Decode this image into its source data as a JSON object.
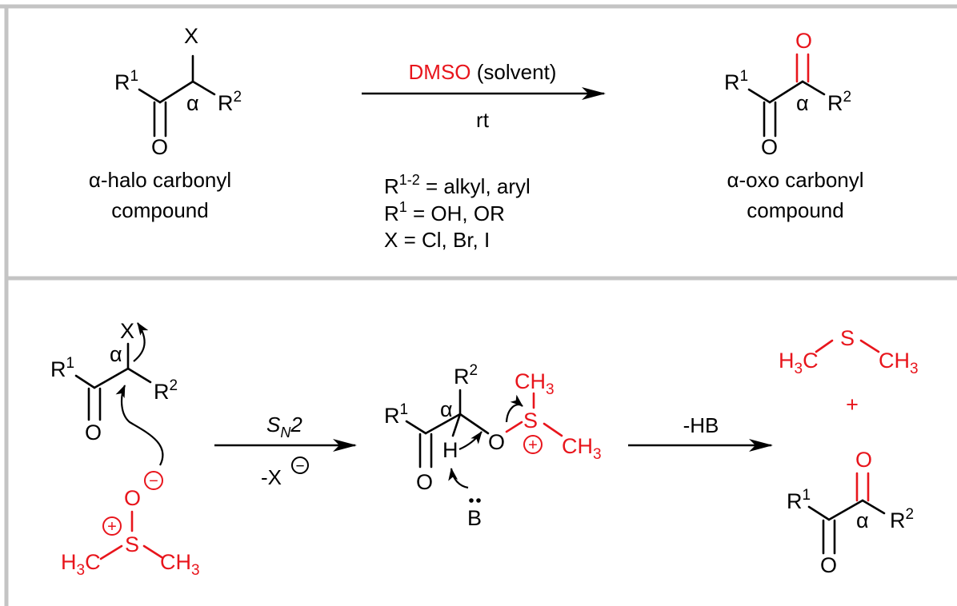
{
  "colors": {
    "reagent": "#e8151c",
    "ink": "#000000",
    "frame": "#c4c4c4"
  },
  "atoms": {
    "X": "X",
    "O": "O",
    "S": "S",
    "H": "H",
    "B": "B",
    "R": "R",
    "one": "1",
    "two": "2",
    "alpha": "α",
    "CH3_main": "CH",
    "CH3_sub": "3",
    "H3C_H": "H",
    "H3C_sub": "3",
    "H3C_C": "C",
    "plus_charge": "+",
    "minus_charge": "−"
  },
  "top_panel": {
    "reagent_red": "DMSO",
    "reagent_rest": " (solvent)",
    "condition": "rt",
    "start_caption": [
      "α-halo carbonyl",
      "compound"
    ],
    "product_caption": [
      "α-oxo carbonyl",
      "compound"
    ],
    "scope": {
      "line1_pre": "R",
      "line1_sup": "1-2",
      "line1_post": " = alkyl, aryl",
      "line2_pre": "R",
      "line2_sup": "1",
      "line2_post": " = OH, OR",
      "line3": "X = Cl, Br, I"
    }
  },
  "bottom_panel": {
    "step1_label_main": "S",
    "step1_label_sub": "N",
    "step1_label_tail": "2",
    "step1_byproduct": "-X",
    "step2_label": "-HB",
    "plus_sign": "+"
  }
}
